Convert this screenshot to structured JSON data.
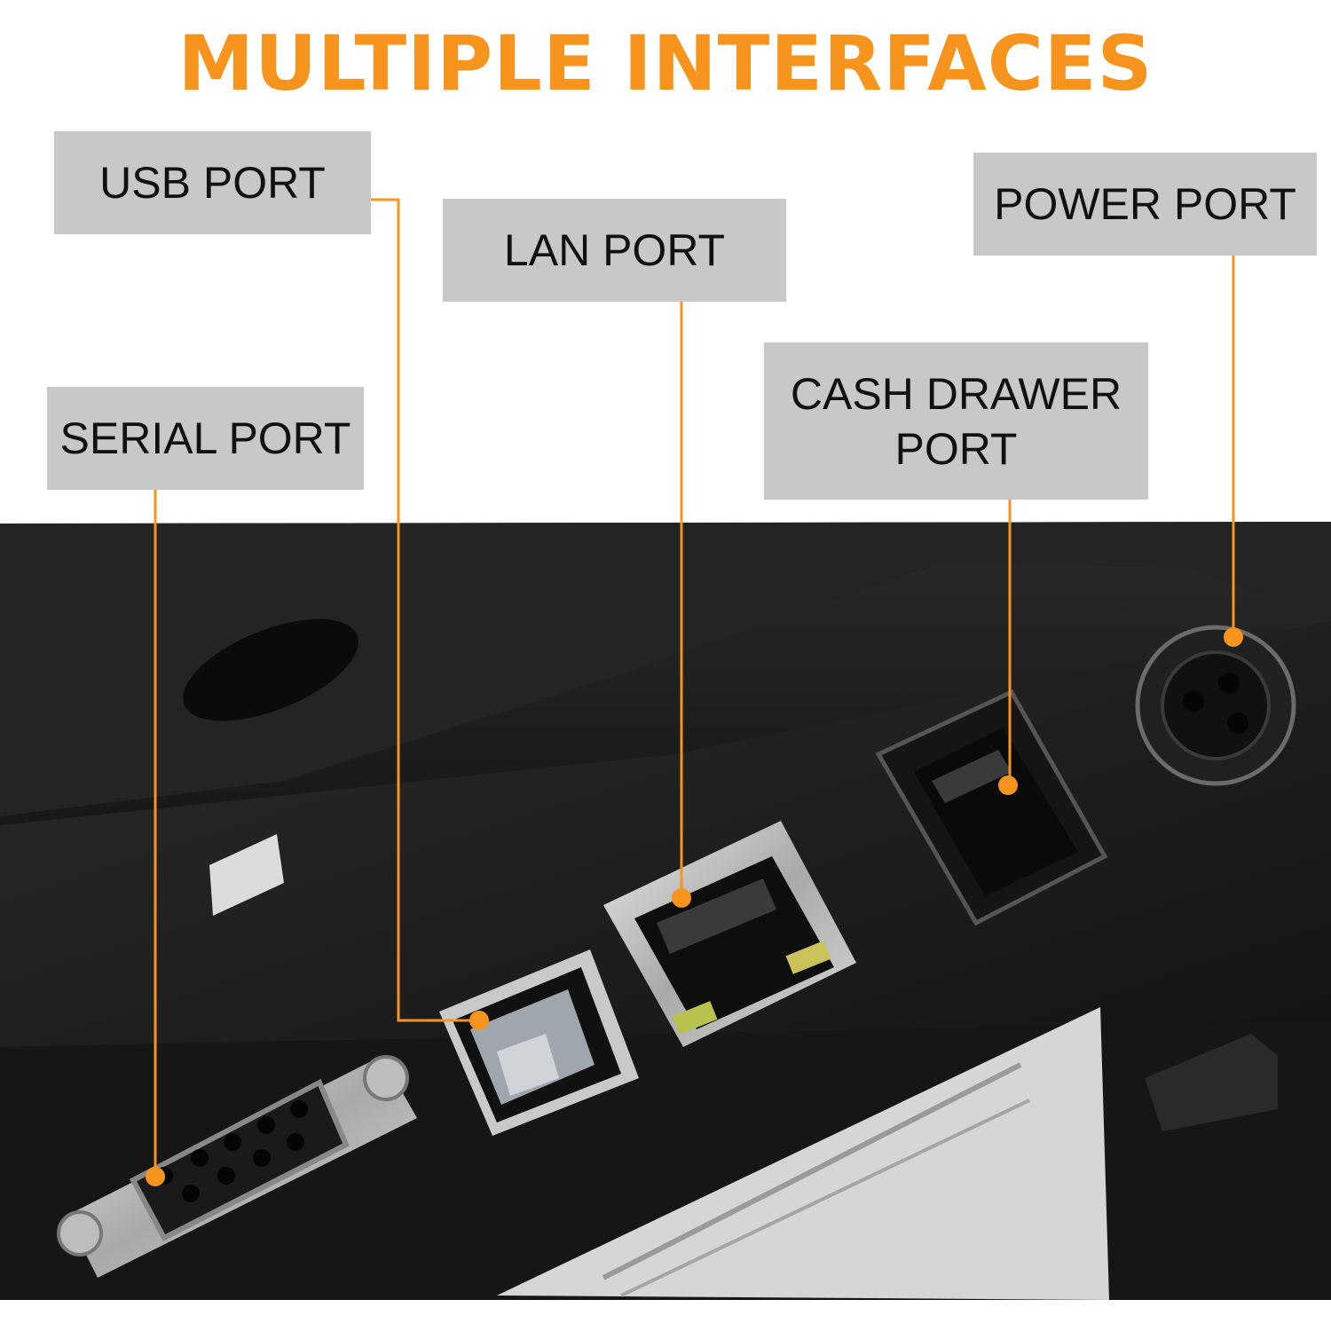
{
  "title": "MULTIPLE INTERFACES",
  "labels": {
    "usb": "USB PORT",
    "lan": "LAN PORT",
    "power": "POWER PORT",
    "serial": "SERIAL PORT",
    "cash_drawer": "CASH DRAWER\nPORT"
  },
  "colors": {
    "accent": "#f7941d",
    "label_bg": "#c8c8c8",
    "label_text": "#111111",
    "printer_body": "#1c1c1c"
  }
}
